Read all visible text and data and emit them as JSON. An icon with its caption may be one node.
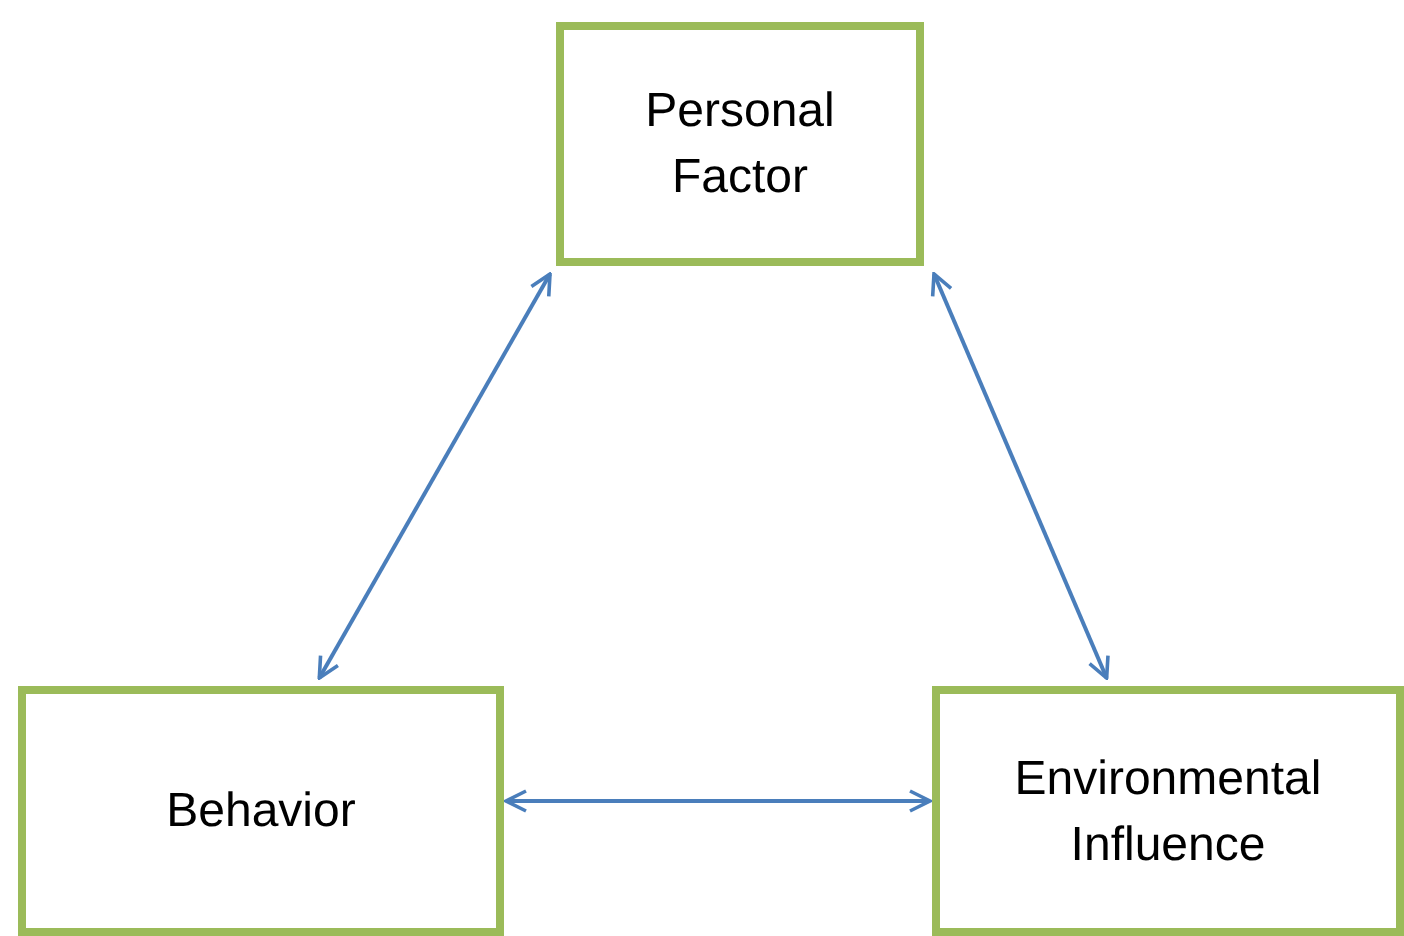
{
  "diagram": {
    "nodes": [
      {
        "text": [
          "Personal Factor"
        ]
      },
      {
        "text": [
          "Behavior"
        ]
      },
      {
        "text": [
          "Environmental Influence"
        ]
      }
    ],
    "edges": [
      {
        "from": 0,
        "to": 1,
        "arrow": "both"
      },
      {
        "from": 0,
        "to": 2,
        "arrow": "both"
      },
      {
        "from": 1,
        "to": 2,
        "arrow": "both"
      }
    ]
  }
}
